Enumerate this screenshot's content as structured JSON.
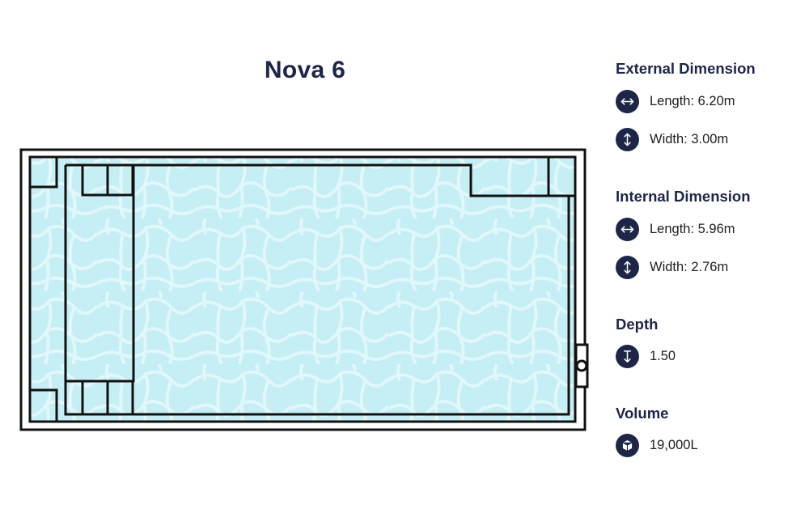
{
  "title": "Nova 6",
  "diagram": {
    "type": "pool-plan",
    "colors": {
      "water": "#c6eef5",
      "water_pattern": "#e0f7fb",
      "outline": "#111111",
      "background": "#ffffff"
    }
  },
  "specs": {
    "external": {
      "heading": "External Dimension",
      "length": {
        "icon": "horizontal-arrows-icon",
        "text": "Length: 6.20m"
      },
      "width": {
        "icon": "vertical-arrows-icon",
        "text": "Width: 3.00m"
      }
    },
    "internal": {
      "heading": "Internal Dimension",
      "length": {
        "icon": "horizontal-arrows-icon",
        "text": "Length: 5.96m"
      },
      "width": {
        "icon": "vertical-arrows-icon",
        "text": "Width: 2.76m"
      }
    },
    "depth": {
      "heading": "Depth",
      "value": {
        "icon": "depth-arrow-icon",
        "text": "1.50"
      }
    },
    "volume": {
      "heading": "Volume",
      "value": {
        "icon": "cube-icon",
        "text": "19,000L"
      }
    }
  },
  "accent_color": "#1d2646"
}
